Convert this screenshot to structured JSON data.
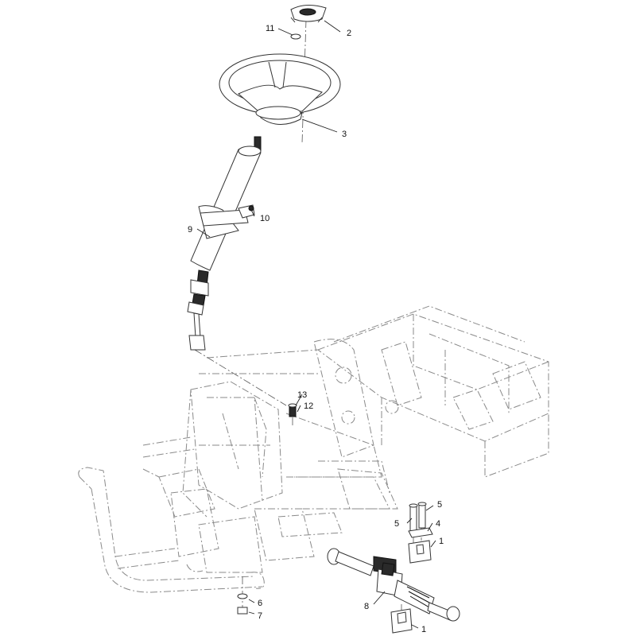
{
  "diagram": {
    "callouts": [
      {
        "id": "c2",
        "label": "2"
      },
      {
        "id": "c11",
        "label": "11"
      },
      {
        "id": "c3",
        "label": "3"
      },
      {
        "id": "c10",
        "label": "10"
      },
      {
        "id": "c9",
        "label": "9"
      },
      {
        "id": "c13",
        "label": "13"
      },
      {
        "id": "c12",
        "label": "12"
      },
      {
        "id": "c5a",
        "label": "5"
      },
      {
        "id": "c5b",
        "label": "5"
      },
      {
        "id": "c4",
        "label": "4"
      },
      {
        "id": "c1a",
        "label": "1"
      },
      {
        "id": "c8",
        "label": "8"
      },
      {
        "id": "c6",
        "label": "6"
      },
      {
        "id": "c7",
        "label": "7"
      },
      {
        "id": "c1b",
        "label": "1"
      }
    ]
  }
}
